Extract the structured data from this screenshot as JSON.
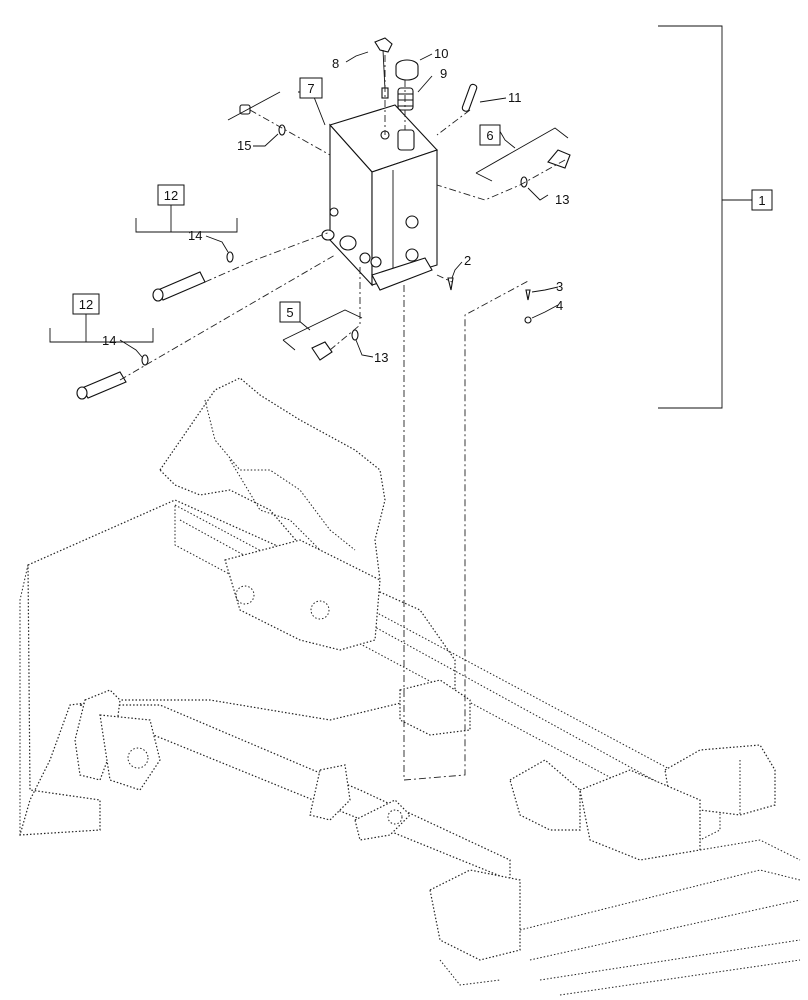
{
  "diagram": {
    "callouts": {
      "c1": "1",
      "c2": "2",
      "c3": "3",
      "c4": "4",
      "c5": "5",
      "c6": "6",
      "c7": "7",
      "c8": "8",
      "c9": "9",
      "c10": "10",
      "c11": "11",
      "c12a": "12",
      "c12b": "12",
      "c13a": "13",
      "c13b": "13",
      "c14a": "14",
      "c14b": "14",
      "c15": "15"
    }
  }
}
